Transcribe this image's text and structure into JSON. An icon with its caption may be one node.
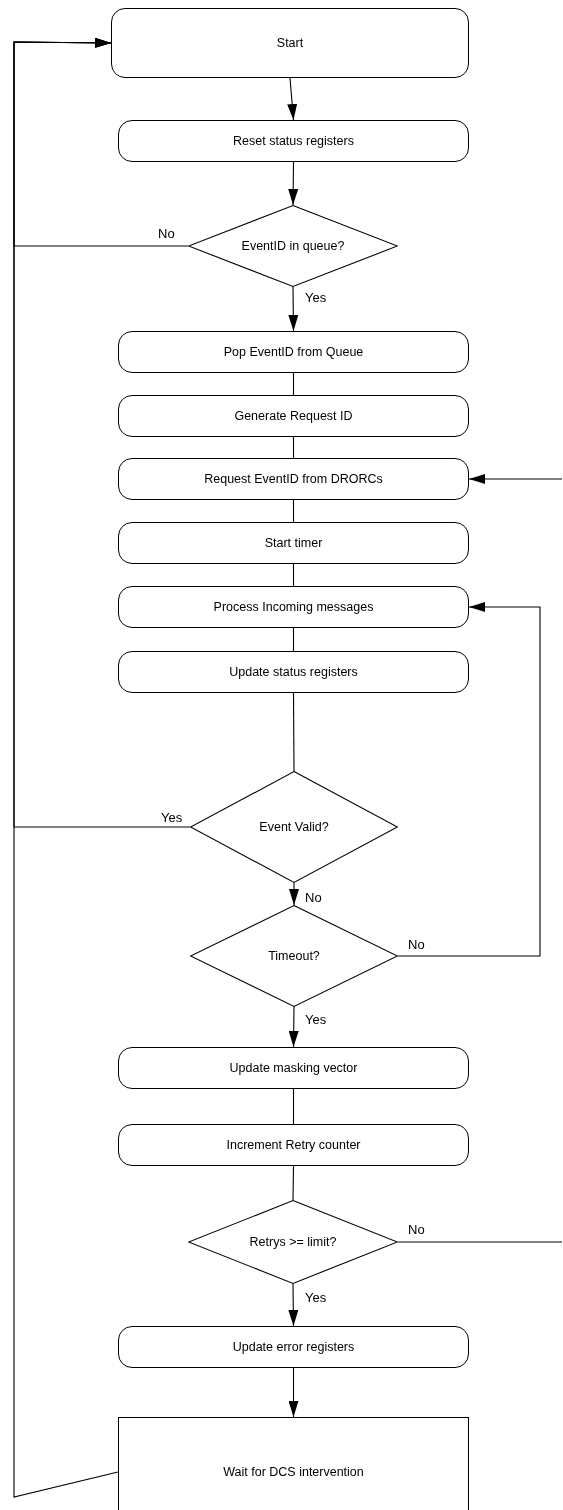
{
  "diagram": {
    "nodes": [
      {
        "text": [
          "Start"
        ]
      },
      {
        "text": [
          "Reset status registers"
        ]
      },
      {
        "text": [
          "EventID in queue?"
        ]
      },
      {
        "text": [
          "Pop EventID from Queue"
        ]
      },
      {
        "text": [
          "Generate Request ID"
        ]
      },
      {
        "text": [
          "Request EventID from DRORCs"
        ]
      },
      {
        "text": [
          "Start timer"
        ]
      },
      {
        "text": [
          "Process Incoming messages"
        ]
      },
      {
        "text": [
          "Update status registers"
        ]
      },
      {
        "text": [
          "Event Valid?"
        ]
      },
      {
        "text": [
          "Timeout?"
        ]
      },
      {
        "text": [
          "Update masking vector"
        ]
      },
      {
        "text": [
          "Increment Retry counter"
        ]
      },
      {
        "text": [
          "Retrys >= limit?"
        ]
      },
      {
        "text": [
          "Update error registers"
        ]
      },
      {
        "text": [
          "Wait for DCS intervention"
        ]
      }
    ],
    "edges": [
      {
        "from": 0,
        "to": 1,
        "arrow": "to"
      },
      {
        "from": 1,
        "to": 2,
        "arrow": "to"
      },
      {
        "from": 2,
        "to": 3,
        "arrow": "to",
        "label": "Yes"
      },
      {
        "from": 3,
        "to": 4,
        "arrow": "none"
      },
      {
        "from": 4,
        "to": 5,
        "arrow": "none"
      },
      {
        "from": 5,
        "to": 6,
        "arrow": "none"
      },
      {
        "from": 6,
        "to": 7,
        "arrow": "none"
      },
      {
        "from": 7,
        "to": 8,
        "arrow": "none"
      },
      {
        "from": 8,
        "to": 9,
        "arrow": "none"
      },
      {
        "from": 9,
        "to": 10,
        "arrow": "to",
        "label": "No"
      },
      {
        "from": 10,
        "to": 11,
        "arrow": "to",
        "label": "Yes"
      },
      {
        "from": 11,
        "to": 12,
        "arrow": "none"
      },
      {
        "from": 12,
        "to": 13,
        "arrow": "none"
      },
      {
        "from": 13,
        "to": 14,
        "arrow": "to",
        "label": "Yes"
      },
      {
        "from": 14,
        "to": 15,
        "arrow": "to"
      },
      {
        "from": 15,
        "to": 0,
        "arrow": "to"
      },
      {
        "from": 2,
        "to": 0,
        "arrow": "to",
        "label": "No"
      },
      {
        "from": 9,
        "to": 0,
        "arrow": "to",
        "label": "Yes"
      },
      {
        "from": 10,
        "to": 7,
        "arrow": "to",
        "label": "No"
      },
      {
        "from": 13,
        "to": null,
        "arrow": "none",
        "label": "No"
      },
      {
        "from": null,
        "to": 5,
        "arrow": "to"
      }
    ]
  }
}
